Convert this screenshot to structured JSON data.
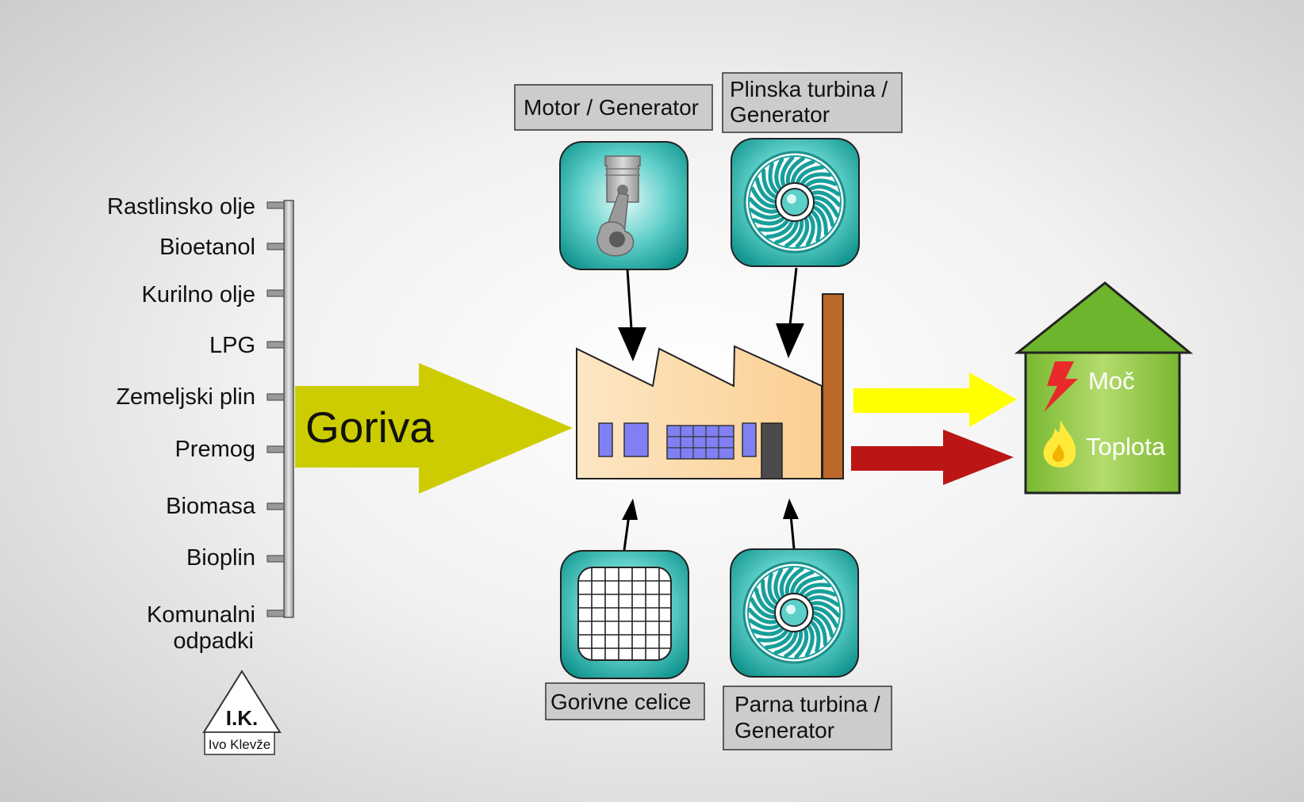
{
  "fuel_list": {
    "items": [
      "Rastlinsko olje",
      "Bioetanol",
      "Kurilno olje",
      "LPG",
      "Zemeljski plin",
      "Premog",
      "Biomasa",
      "Bioplin"
    ],
    "last_line1": "Komunalni",
    "last_line2": "odpadki"
  },
  "fuel_arrow": {
    "label": "Goriva"
  },
  "technologies": {
    "engine": "Motor / Generator",
    "gas_turbine_line1": "Plinska turbina /",
    "gas_turbine_line2": "Generator",
    "fuel_cells": "Gorivne celice",
    "steam_turbine_line1": "Parna turbina /",
    "steam_turbine_line2": "Generator"
  },
  "outputs": {
    "power": "Moč",
    "heat": "Toplota"
  },
  "author": {
    "initials": "I.K.",
    "name": "Ivo Klevže"
  },
  "colors": {
    "fuel_arrow": "#cccc00",
    "power_arrow": "#ffff00",
    "heat_arrow": "#bb1515",
    "house_roof": "#6db52c",
    "house_body": "#8ec63f",
    "factory": "#fcd9a8",
    "chimney": "#bb6828",
    "window": "#8080f4",
    "icon_teal": "#179f9b",
    "label_box": "#cccccc"
  }
}
